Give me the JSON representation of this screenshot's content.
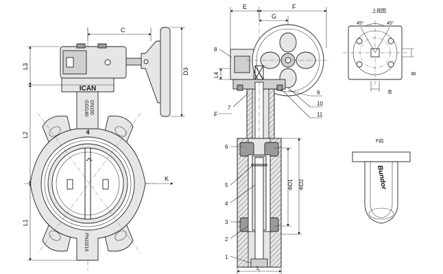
{
  "front_view": {
    "dims": {
      "c": "C",
      "l3": "L3",
      "l2": "L2",
      "l1": "L1",
      "d3": "D3",
      "k": "K"
    },
    "casting_marks": {
      "brand": "ICAN",
      "size": "DN150",
      "material": "GGG40",
      "number": "4",
      "pressure": "PN10/16"
    }
  },
  "side_view": {
    "dims": {
      "e": "E",
      "g": "G",
      "f": "F",
      "l4": "L4",
      "l": "L",
      "d1": "ΦD1",
      "d2": "ΦD2",
      "f_view": "F"
    },
    "part_numbers": [
      "1",
      "2",
      "3",
      "4",
      "5",
      "6",
      "7",
      "8",
      "9",
      "10",
      "11"
    ]
  },
  "flange_view": {
    "title": "上视图",
    "angle_left": "45°",
    "angle_right": "45°",
    "dim_b_side": "B",
    "dim_b_bottom": "B"
  },
  "f_view": {
    "title": "F向",
    "logo": "Bundor"
  }
}
